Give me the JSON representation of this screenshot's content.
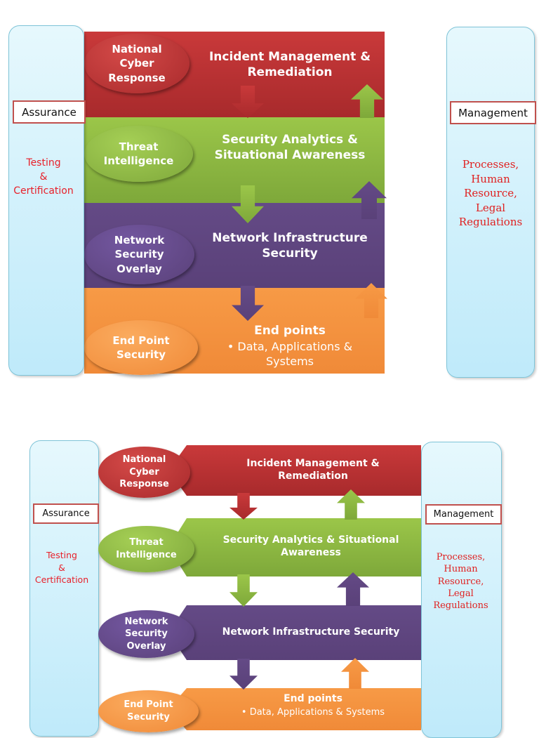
{
  "diagrams": [
    {
      "left_pillar": {
        "label": "Assurance",
        "text": [
          "Testing",
          "&",
          "Certification"
        ]
      },
      "right_pillar": {
        "label": "Management",
        "text": [
          "Processes,",
          "Human",
          "Resource,",
          "Legal",
          "Regulations"
        ]
      },
      "layers": [
        {
          "title": "Incident Management & Remediation",
          "ellipse": "National Cyber Response",
          "color": "#c0393a"
        },
        {
          "title": "Security Analytics & Situational Awareness",
          "ellipse": "Threat Intelligence",
          "color": "#8fbc44"
        },
        {
          "title": "Network Infrastructure Security",
          "ellipse": "Network Security Overlay",
          "color": "#5f4580"
        },
        {
          "title": "End points",
          "subtitle": "• Data, Applications & Systems",
          "ellipse": "End Point Security",
          "color": "#f4913f"
        }
      ]
    },
    {
      "left_pillar": {
        "label": "Assurance",
        "text": [
          "Testing",
          "&",
          "Certification"
        ]
      },
      "right_pillar": {
        "label": "Management",
        "text": [
          "Processes,",
          "Human",
          "Resource,",
          "Legal",
          "Regulations"
        ]
      },
      "layers": [
        {
          "title": "Incident Management & Remediation",
          "ellipse": "National Cyber Response",
          "color": "#c0393a"
        },
        {
          "title": "Security Analytics & Situational Awareness",
          "ellipse": "Threat Intelligence",
          "color": "#8fbc44"
        },
        {
          "title": "Network Infrastructure Security",
          "ellipse": "Network Security Overlay",
          "color": "#5f4580"
        },
        {
          "title": "End points",
          "subtitle": "• Data, Applications & Systems",
          "ellipse": "End Point Security",
          "color": "#f4913f"
        }
      ]
    }
  ]
}
